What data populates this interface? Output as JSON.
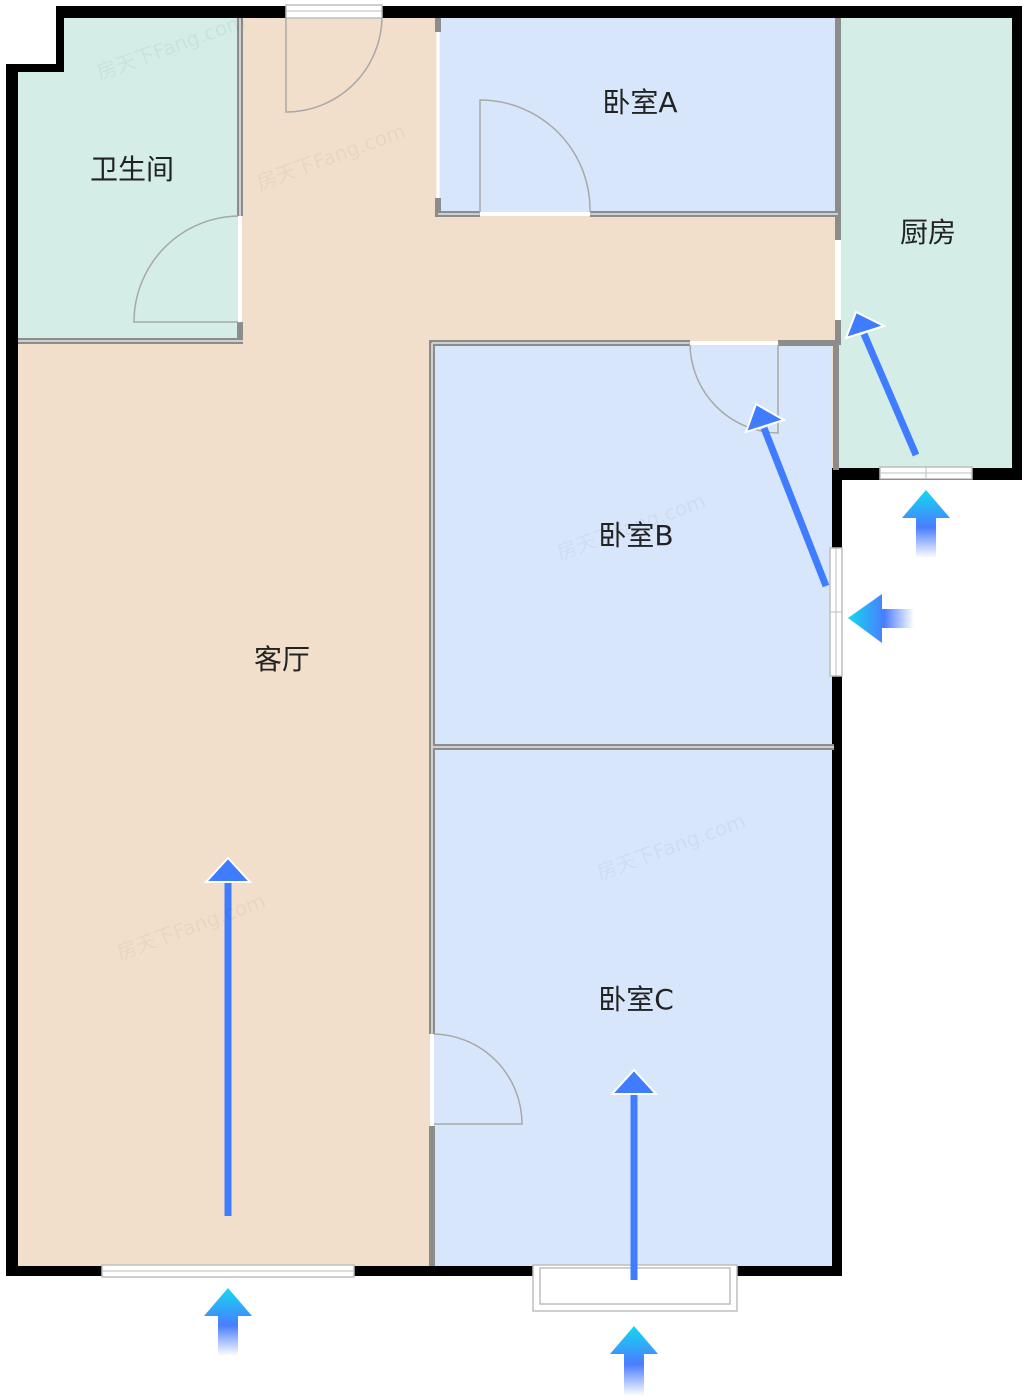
{
  "rooms": {
    "bathroom": "卫生间",
    "bedroom_a": "卧室A",
    "kitchen": "厨房",
    "bedroom_b": "卧室B",
    "living_room": "客厅",
    "bedroom_c": "卧室C"
  },
  "colors": {
    "living": "#f2dfcb",
    "bedroom": "#d8e6fc",
    "wet": "#d4ede6",
    "wall": "#000000",
    "flow_arrow": "#3f7cff"
  },
  "watermark": "房天下Fang.com"
}
